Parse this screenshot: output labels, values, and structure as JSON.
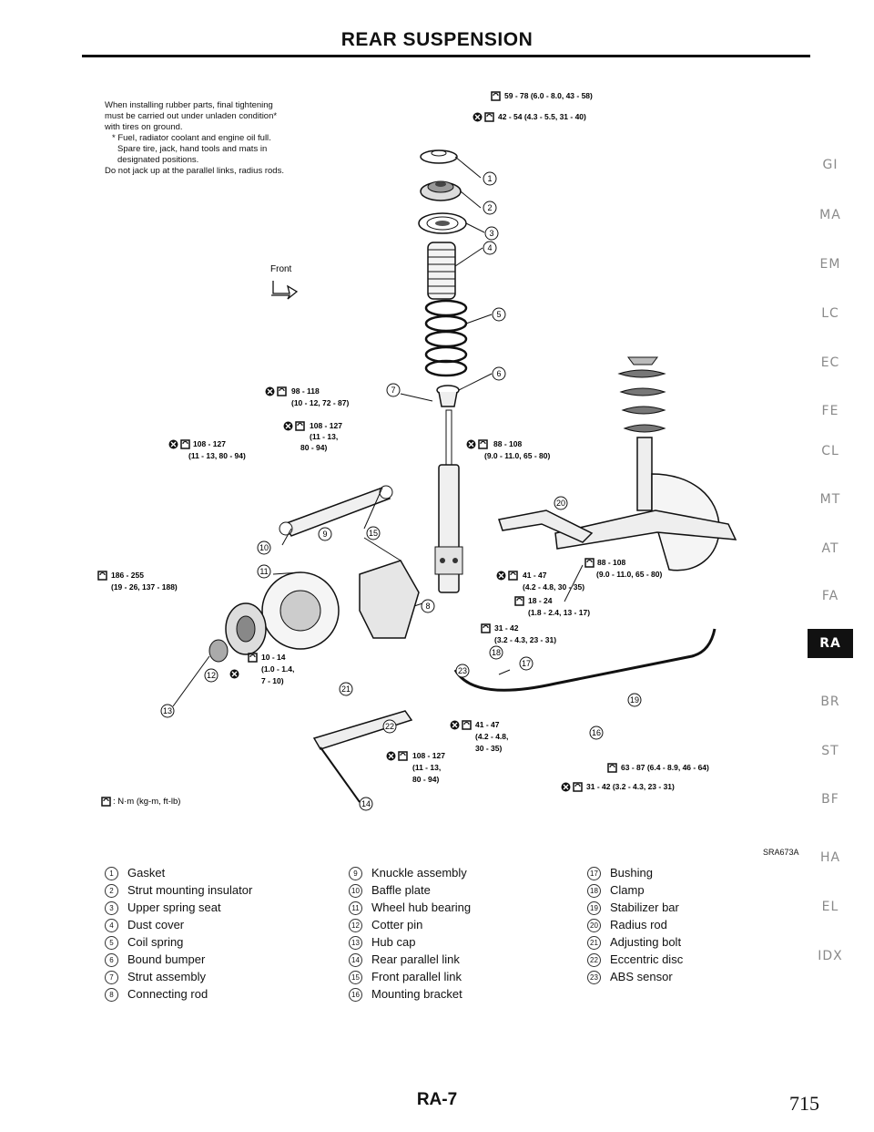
{
  "header": {
    "title": "REAR SUSPENSION"
  },
  "note": {
    "line1": "When installing rubber parts, final tightening",
    "line2": "must be carried out under unladen condition*",
    "line3": "with tires on ground.",
    "line4": "* Fuel, radiator coolant and engine oil full.",
    "line5": "Spare tire, jack, hand tools and mats in",
    "line6": "designated positions.",
    "line7": "Do not jack up at the parallel links, radius rods."
  },
  "diagram": {
    "front_label": "Front",
    "unit_note": ": N·m (kg-m, ft-lb)",
    "specs": {
      "s1": "59 - 78 (6.0 - 8.0, 43 - 58)",
      "s2": "42 - 54 (4.3 - 5.5, 31 - 40)",
      "s3a": "98 - 118",
      "s3b": "(10 - 12, 72 - 87)",
      "s4a": "108 - 127",
      "s4b": "(11 - 13,",
      "s4c": "80 - 94)",
      "s5a": "108 - 127",
      "s5b": "(11 - 13, 80 - 94)",
      "s6a": "88 - 108",
      "s6b": "(9.0 - 11.0, 65 - 80)",
      "s7a": "186 - 255",
      "s7b": "(19 - 26, 137 - 188)",
      "s8a": "88 - 108",
      "s8b": "(9.0 - 11.0, 65 - 80)",
      "s9a": "41 - 47",
      "s9b": "(4.2 - 4.8, 30 - 35)",
      "s10a": "18 - 24",
      "s10b": "(1.8 - 2.4, 13 - 17)",
      "s11a": "31 - 42",
      "s11b": "(3.2 - 4.3, 23 - 31)",
      "s12a": "10 - 14",
      "s12b": "(1.0 - 1.4,",
      "s12c": "7 - 10)",
      "s13a": "41 - 47",
      "s13b": "(4.2 - 4.8,",
      "s13c": "30 - 35)",
      "s14a": "108 - 127",
      "s14b": "(11 - 13,",
      "s14c": "80 - 94)",
      "s15": "63 - 87 (6.4 - 8.9, 46 - 64)",
      "s16": "31 - 42 (3.2 - 4.3, 23 - 31)"
    },
    "callouts": [
      "1",
      "2",
      "3",
      "4",
      "5",
      "6",
      "7",
      "8",
      "9",
      "10",
      "11",
      "12",
      "13",
      "14",
      "15",
      "16",
      "17",
      "18",
      "19",
      "20",
      "21",
      "22",
      "23"
    ],
    "figure_id": "SRA673A"
  },
  "legend": {
    "col1": [
      {
        "num": "1",
        "label": "Gasket"
      },
      {
        "num": "2",
        "label": "Strut mounting insulator"
      },
      {
        "num": "3",
        "label": "Upper spring seat"
      },
      {
        "num": "4",
        "label": "Dust cover"
      },
      {
        "num": "5",
        "label": "Coil spring"
      },
      {
        "num": "6",
        "label": "Bound bumper"
      },
      {
        "num": "7",
        "label": "Strut assembly"
      },
      {
        "num": "8",
        "label": "Connecting rod"
      }
    ],
    "col2": [
      {
        "num": "9",
        "label": "Knuckle assembly"
      },
      {
        "num": "10",
        "label": "Baffle plate"
      },
      {
        "num": "11",
        "label": "Wheel hub bearing"
      },
      {
        "num": "12",
        "label": "Cotter pin"
      },
      {
        "num": "13",
        "label": "Hub cap"
      },
      {
        "num": "14",
        "label": "Rear parallel link"
      },
      {
        "num": "15",
        "label": "Front parallel link"
      },
      {
        "num": "16",
        "label": "Mounting bracket"
      }
    ],
    "col3": [
      {
        "num": "17",
        "label": "Bushing"
      },
      {
        "num": "18",
        "label": "Clamp"
      },
      {
        "num": "19",
        "label": "Stabilizer bar"
      },
      {
        "num": "20",
        "label": "Radius rod"
      },
      {
        "num": "21",
        "label": "Adjusting bolt"
      },
      {
        "num": "22",
        "label": "Eccentric disc"
      },
      {
        "num": "23",
        "label": "ABS sensor"
      }
    ]
  },
  "side_tabs": [
    "GI",
    "MA",
    "EM",
    "LC",
    "EC",
    "FE",
    "CL",
    "MT",
    "AT",
    "FA",
    "RA",
    "BR",
    "ST",
    "BF",
    "HA",
    "EL",
    "IDX"
  ],
  "active_tab": "RA",
  "footer": {
    "page_code": "RA-7",
    "page_number": "715"
  }
}
